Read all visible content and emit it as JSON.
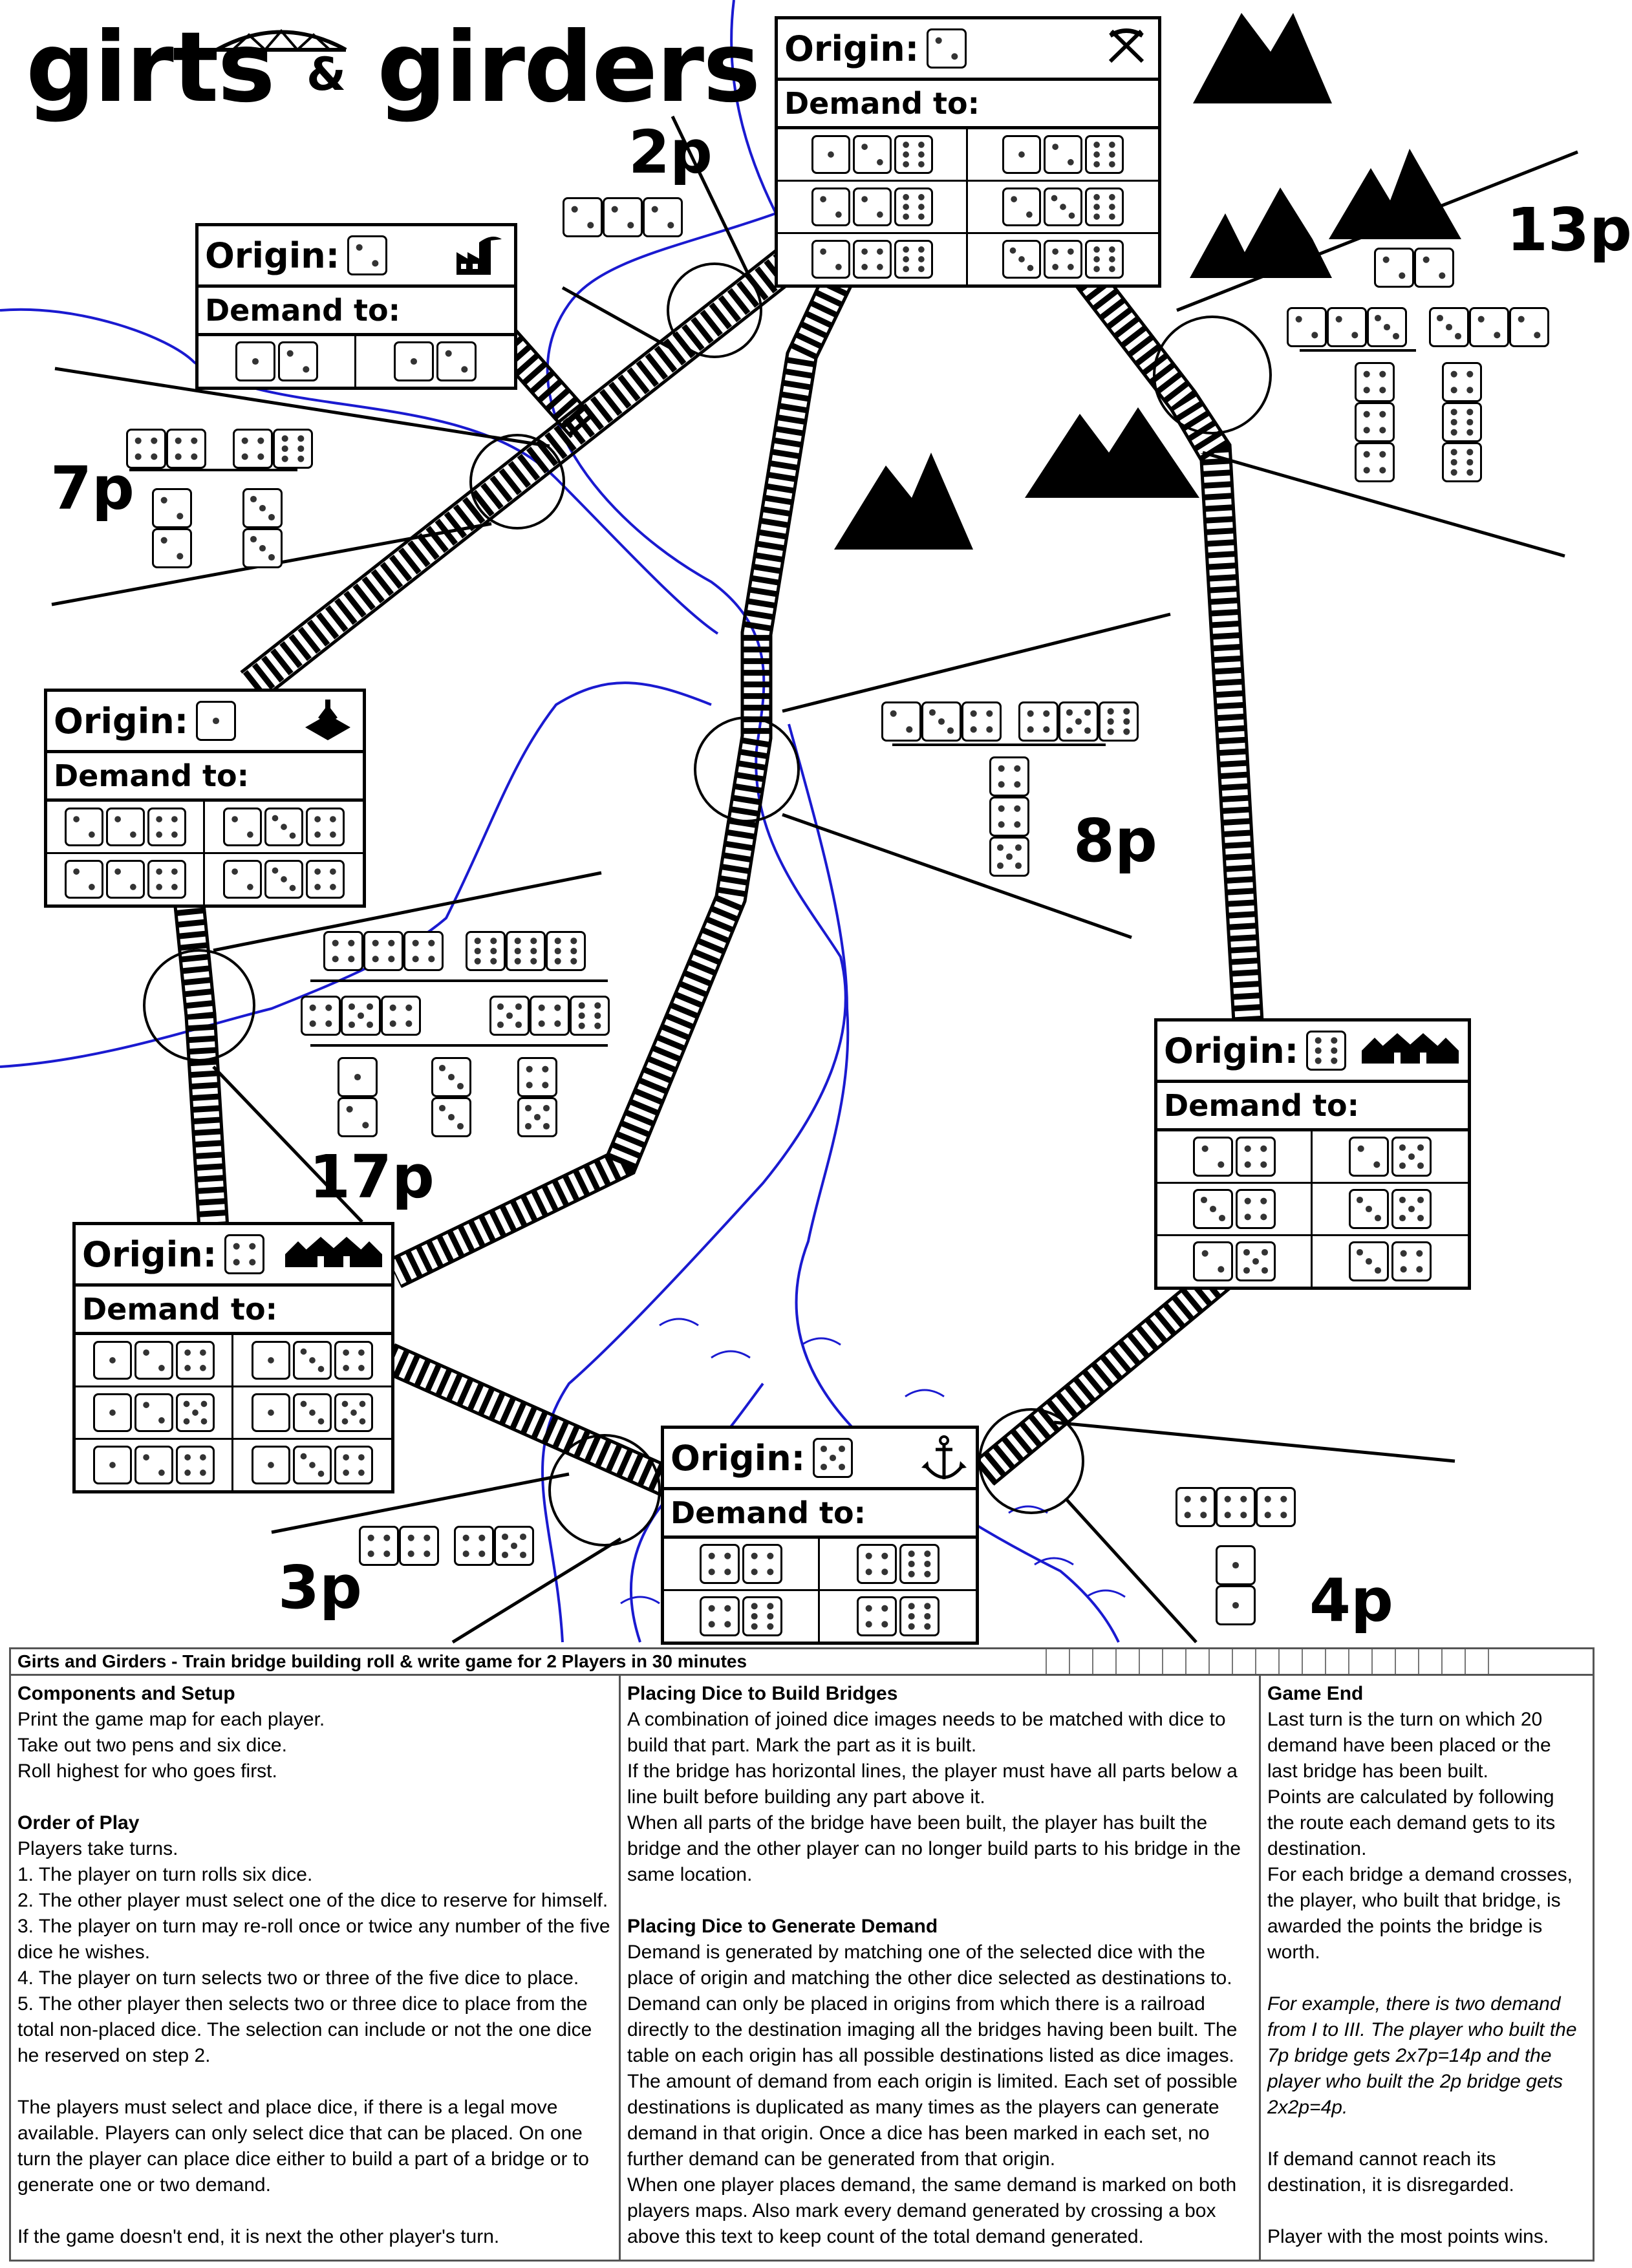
{
  "title": {
    "part1": "girts",
    "amp": "&",
    "part2": "girders"
  },
  "labels": {
    "origin": "Origin:",
    "demand": "Demand to:"
  },
  "points": [
    "2p",
    "13p",
    "7p",
    "8p",
    "17p",
    "3p",
    "4p"
  ],
  "cards": [
    {
      "id": "mine",
      "origin_die": 2,
      "icon": "pickaxe-icon",
      "cols": 2,
      "rows": 3,
      "cells": [
        [
          1,
          2,
          6
        ],
        [
          1,
          2,
          6
        ],
        [
          2,
          2,
          6
        ],
        [
          2,
          3,
          6
        ],
        [
          2,
          4,
          6
        ],
        [
          3,
          4,
          6
        ]
      ]
    },
    {
      "id": "factory",
      "origin_die": 2,
      "icon": "factory-icon",
      "cols": 2,
      "rows": 1,
      "cells": [
        [
          1,
          2
        ],
        [
          1,
          2
        ]
      ]
    },
    {
      "id": "farm",
      "origin_die": 1,
      "icon": "farm-icon",
      "cols": 2,
      "rows": 2,
      "cells": [
        [
          2,
          2,
          4
        ],
        [
          2,
          3,
          4
        ],
        [
          2,
          2,
          4
        ],
        [
          2,
          3,
          4
        ]
      ]
    },
    {
      "id": "city",
      "origin_die": 6,
      "icon": "houses-icon",
      "cols": 2,
      "rows": 3,
      "cells": [
        [
          2,
          4
        ],
        [
          2,
          5
        ],
        [
          3,
          4
        ],
        [
          3,
          5
        ],
        [
          2,
          5
        ],
        [
          3,
          4
        ]
      ]
    },
    {
      "id": "town",
      "origin_die": 4,
      "icon": "houses-icon",
      "cols": 2,
      "rows": 3,
      "cells": [
        [
          1,
          2,
          4
        ],
        [
          1,
          3,
          4
        ],
        [
          1,
          2,
          5
        ],
        [
          1,
          3,
          5
        ],
        [
          1,
          2,
          4
        ],
        [
          1,
          3,
          4
        ]
      ]
    },
    {
      "id": "port",
      "origin_die": 5,
      "icon": "anchor-icon",
      "cols": 2,
      "rows": 2,
      "cells": [
        [
          4,
          4
        ],
        [
          4,
          6
        ],
        [
          4,
          6
        ],
        [
          4,
          6
        ]
      ]
    }
  ],
  "rules": {
    "header": "Girts and Girders - Train bridge building roll & write game for 2 Players in 30 minutes",
    "col1": {
      "h1": "Components and Setup",
      "l1": "Print the game map for each player.",
      "l2": "Take out two pens and six dice.",
      "l3": "Roll highest for who goes first.",
      "h2": "Order of Play",
      "l4": "Players take turns.",
      "l5": "1. The player on turn rolls six dice.",
      "l6": "2. The other player must select one of the dice to reserve for himself.",
      "l7": "3. The player on turn may re-roll once or twice any number of the five dice he wishes.",
      "l8": "4. The player on turn selects two or three of the five dice to place.",
      "l9": "5. The other player then selects two or three dice to place from the total non-placed dice. The selection can include or not the one dice he reserved on step 2.",
      "l10": "The players must select and place dice, if there is a legal move available. Players can only select dice that can be placed. On one turn the player can place dice either to build a part of a bridge or to generate one or two demand.",
      "l11": "If the game doesn't end, it is next the other player's turn."
    },
    "col2": {
      "h1": "Placing Dice to Build Bridges",
      "l1": "A combination of joined dice images needs to be matched with dice to build that part. Mark the part as it is built.",
      "l2": "If the bridge has horizontal lines, the player must have all parts below a line built before building any part above it.",
      "l3": "When all parts of the bridge have been built, the player has built the bridge and the other player can no longer build parts to his bridge in the same location.",
      "h2": "Placing Dice to Generate Demand",
      "l4": "Demand is generated by matching one of the selected dice with the place of origin and matching the other dice selected as destinations to.",
      "l5": "Demand can only be placed in origins from which there is a railroad directly to the destination imaging all the bridges having been built. The table on each origin has all possible destinations listed as dice images.",
      "l6": "The amount of demand from each origin is limited. Each set of possible destinations is duplicated as many times as the players can generate demand in that origin. Once a dice has been marked in each set, no further demand can be generated from that origin.",
      "l7": "When one player places demand, the same demand is marked on both players maps. Also mark every demand generated by crossing a box above this text to keep count of the total demand generated."
    },
    "col3": {
      "h1": "Game End",
      "l1": "Last turn is the turn on which 20 demand have been placed or the last bridge has been built.",
      "l2": "Points are calculated by following the route each demand gets to its destination.",
      "l3": "For each bridge a demand crosses, the player, who built that bridge, is awarded the points the bridge is worth.",
      "l4": "For example, there is two demand from I to III. The player who built the 7p bridge gets 2x7p=14p and the player who built the 2p bridge gets 2x2p=4p.",
      "l5": "If demand cannot reach its destination, it is disregarded.",
      "l6": "Player with the most points wins."
    }
  },
  "demand_counter_boxes": 20
}
